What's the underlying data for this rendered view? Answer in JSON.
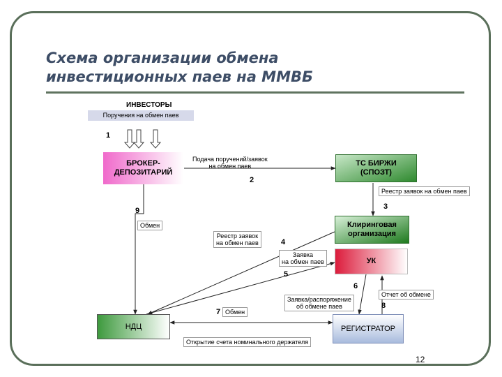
{
  "title": "Схема организации обмена\nинвестиционных паев на ММВБ",
  "investors": {
    "label": "ИНВЕСТОРЫ",
    "instructions": "Поручения на обмен паев"
  },
  "nodes": {
    "broker": "БРОКЕР-\nДЕПОЗИТАРИЙ",
    "exchange": "ТС БИРЖИ\n(СПОЗТ)",
    "clearing": "Клиринговая\nорганизация",
    "uk": "УК",
    "ndc": "НДЦ",
    "registrar": "РЕГИСТРАТОР"
  },
  "labels": {
    "submit_orders": "Подача поручений/заявок\nна обмен паев",
    "registry_top": "Реестр заявок на обмен паев",
    "exchange_left": "Обмен",
    "registry_mid": "Реестр заявок\nна обмен паев",
    "request_uk": "Заявка\nна обмен паев",
    "order_exchange": "Заявка/распоряжение\nоб обмене паев",
    "exchange_bottom": "Обмен",
    "report": "Отчет об обмене",
    "open_account": "Открытие счета номинального держателя"
  },
  "steps": [
    "1",
    "2",
    "3",
    "4",
    "5",
    "6",
    "7",
    "8",
    "9"
  ],
  "page_number": "12",
  "colors": {
    "title": "#3d4d66",
    "rule": "#5f735f",
    "broker": "#f06acb",
    "exchange": "#2f8a2f",
    "clearing": "#1e7a1e",
    "uk": "#dc1c3c",
    "ndc": "#3e9a3e",
    "registrar": "#a8bbdd"
  }
}
